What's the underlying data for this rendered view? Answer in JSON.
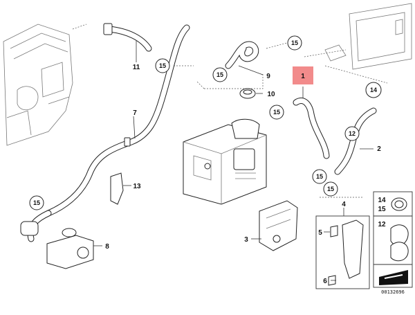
{
  "callouts": {
    "c1": "1",
    "c2": "2",
    "c3": "3",
    "c4": "4",
    "c5": "5",
    "c6": "6",
    "c7": "7",
    "c8": "8",
    "c9": "9",
    "c10": "10",
    "c11": "11",
    "c12": "12",
    "c13": "13",
    "c14": "14",
    "c15": "15"
  },
  "legend": {
    "clamp_14": "14",
    "clamp_15": "15",
    "clamp_12": "12"
  },
  "colors": {
    "highlight": "#f28b8b",
    "line": "#222222"
  },
  "diagram_number": "00132696"
}
